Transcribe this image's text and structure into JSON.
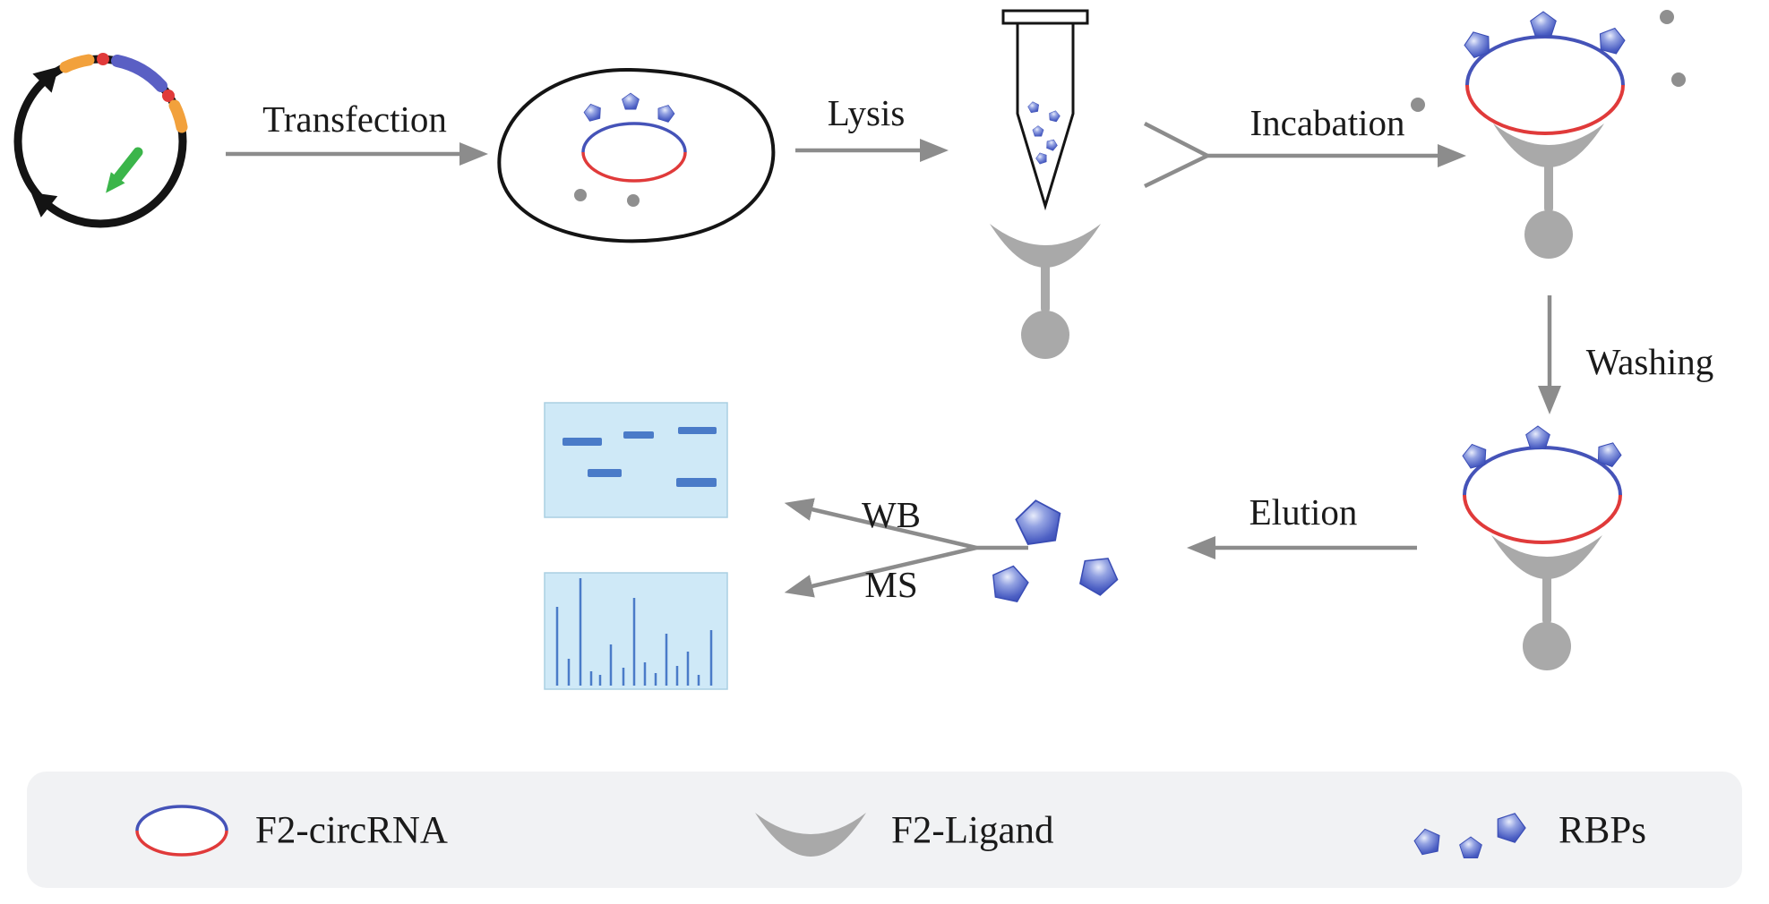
{
  "labels": {
    "transfection": "Transfection",
    "lysis": "Lysis",
    "incubation": "Incabation",
    "washing": "Washing",
    "elution": "Elution",
    "wb": "WB",
    "ms": "MS"
  },
  "legend": {
    "circrna": "F2-circRNA",
    "ligand": "F2-Ligand",
    "rbps": "RBPs"
  },
  "icons": {
    "plasmid": "plasmid-vector-circle",
    "cell": "cell-outline-blob",
    "tube": "microcentrifuge-tube-with-lysate",
    "ligand": "f2-ligand-crescent-with-bead",
    "circrna": "blue-red-outlined-circle",
    "rbp": "blue-pentagon",
    "wb_result": "western-blot-gel-bands",
    "ms_result": "mass-spectrum-peaks"
  },
  "colors": {
    "arrow_gray": "#8c8c8c",
    "ligand_gray": "#a9a9a9",
    "circrna_blue": "#4553b8",
    "circrna_red": "#e03a3a",
    "rbp_blue": "#4d60c4",
    "result_box_blue": "#cfe9f7",
    "band_blue": "#4a7bc8",
    "legend_bg": "#f1f2f4",
    "plasmid_green": "#3bb54a",
    "plasmid_orange": "#f2a13c",
    "plasmid_insert_blue": "#5a5fc4",
    "text_color": "#1a1a1a"
  }
}
